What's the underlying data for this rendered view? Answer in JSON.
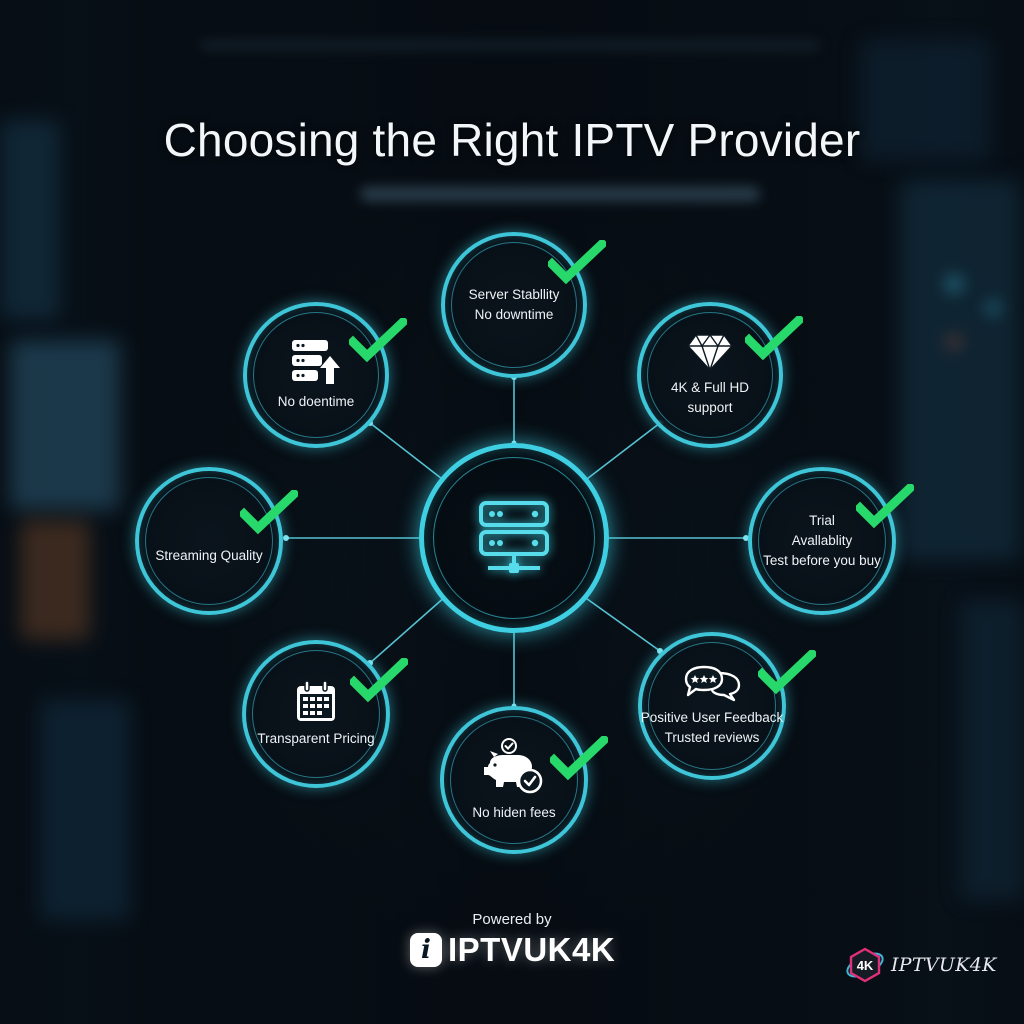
{
  "title": "Choosing the Right IPTV Provider",
  "colors": {
    "ring": "#3ec6d8",
    "check": "#27d96a",
    "background": "#070d14",
    "text": "#eef3f6"
  },
  "hub": {
    "icon": "server-network-icon"
  },
  "nodes": [
    {
      "id": "server-stability",
      "lines": [
        "Server Stabllity",
        "No downtime"
      ],
      "icon": null
    },
    {
      "id": "no-downtime",
      "lines": [
        "No doentime"
      ],
      "icon": "server-upload-icon"
    },
    {
      "id": "4k-support",
      "lines": [
        "4K & Full HD",
        "support"
      ],
      "icon": "diamond-icon"
    },
    {
      "id": "streaming-quality",
      "lines": [
        "Streaming Quality"
      ],
      "icon": null
    },
    {
      "id": "trial-availability",
      "lines": [
        "Trial",
        "Avallablity",
        "Test before you buy"
      ],
      "icon": null
    },
    {
      "id": "transparent-pricing",
      "lines": [
        "Transparent Pricing"
      ],
      "icon": "calendar-icon"
    },
    {
      "id": "positive-feedback",
      "lines": [
        "Positive User Feedback",
        "Trusted reviews"
      ],
      "icon": "review-chat-icon"
    },
    {
      "id": "no-hidden-fees",
      "lines": [
        "No hiden fees"
      ],
      "icon": "piggy-bank-icon"
    }
  ],
  "footer": {
    "powered_by": "Powered by",
    "brand_mark": "i",
    "brand_name": "IPTVUK4K"
  },
  "watermark": {
    "badge": "4K",
    "text": "IPTVUK4K"
  }
}
